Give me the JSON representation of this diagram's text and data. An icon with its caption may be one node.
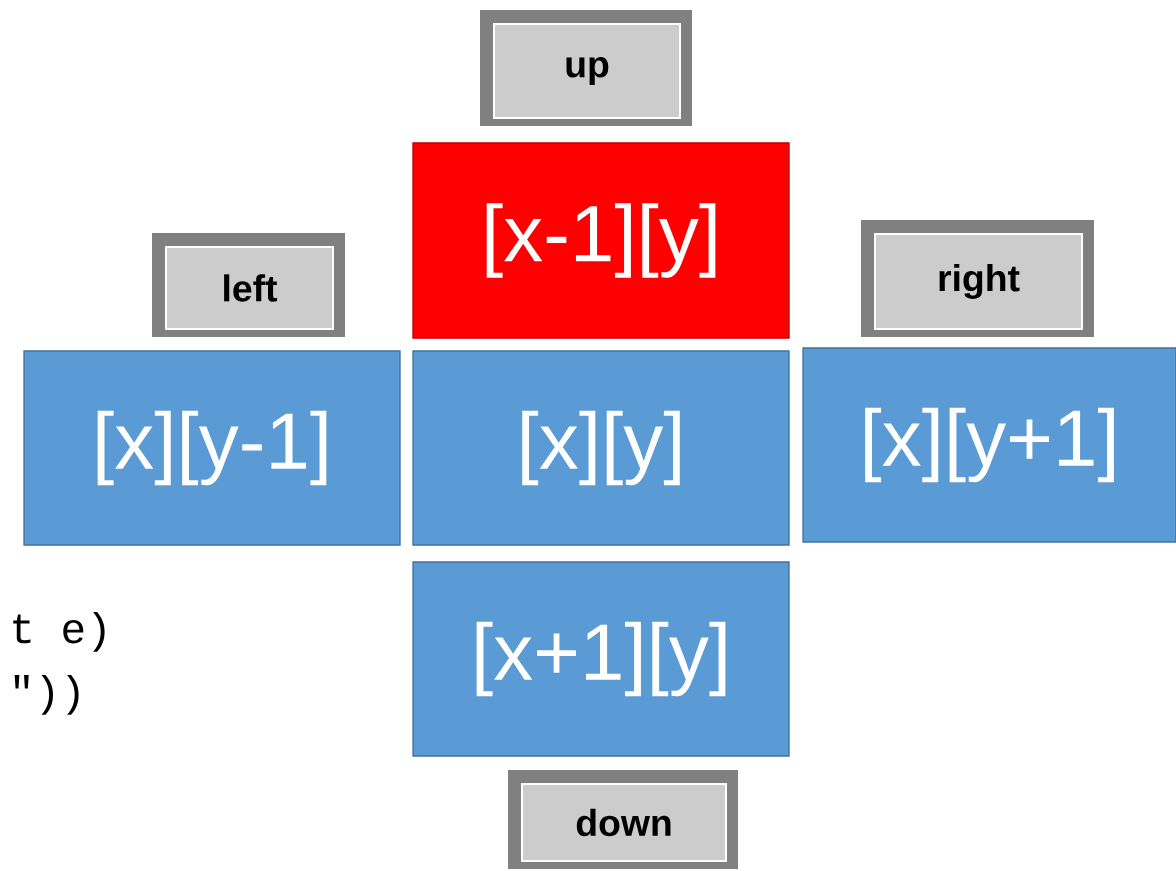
{
  "diagram": {
    "nodes": [
      {
        "text": [
          "up"
        ]
      },
      {
        "text": [
          "[x-1][y]"
        ]
      },
      {
        "text": [
          "left"
        ]
      },
      {
        "text": [
          "right"
        ]
      },
      {
        "text": [
          "[x][y-1]"
        ]
      },
      {
        "text": [
          "[x][y]"
        ]
      },
      {
        "text": [
          "[x][y+1]"
        ]
      },
      {
        "text": [
          "[x+1][y]"
        ]
      },
      {
        "text": [
          "down"
        ]
      }
    ],
    "labels": [
      "t e)",
      "\"))"
    ]
  }
}
